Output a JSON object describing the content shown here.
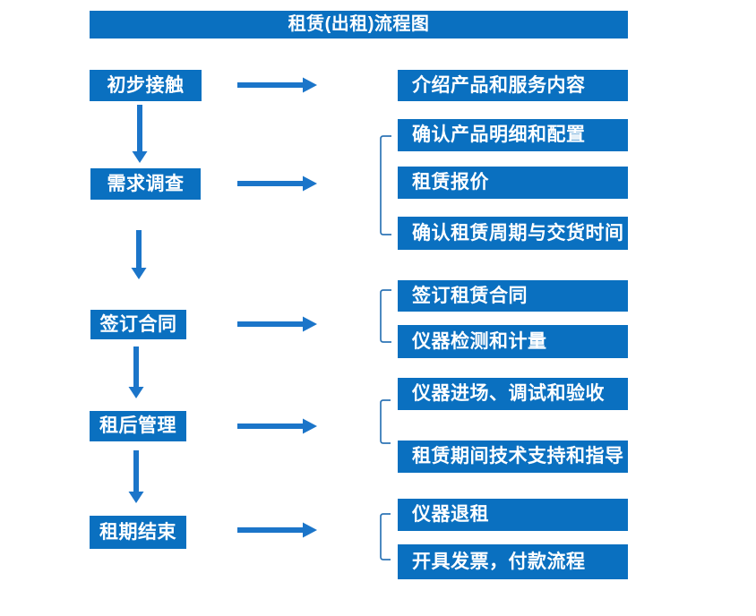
{
  "title": "租赁(出租)流程图",
  "colors": {
    "box_blue": "#0a70c0",
    "arrow_blue": "#1b75c9",
    "bracket_blue": "#2e75b6",
    "text_white": "#ffffff",
    "background": "#ffffff"
  },
  "steps": [
    {
      "label": "初步接触",
      "details": [
        "介绍产品和服务内容"
      ]
    },
    {
      "label": "需求调查",
      "details": [
        "确认产品明细和配置",
        "租赁报价",
        "确认租赁周期与交货时间"
      ]
    },
    {
      "label": "签订合同",
      "details": [
        "签订租赁合同",
        "仪器检测和计量"
      ]
    },
    {
      "label": "租后管理",
      "details": [
        "仪器进场、调试和验收",
        "租赁期间技术支持和指导"
      ]
    },
    {
      "label": "租期结束",
      "details": [
        "仪器退租",
        "开具发票，付款流程"
      ]
    }
  ]
}
